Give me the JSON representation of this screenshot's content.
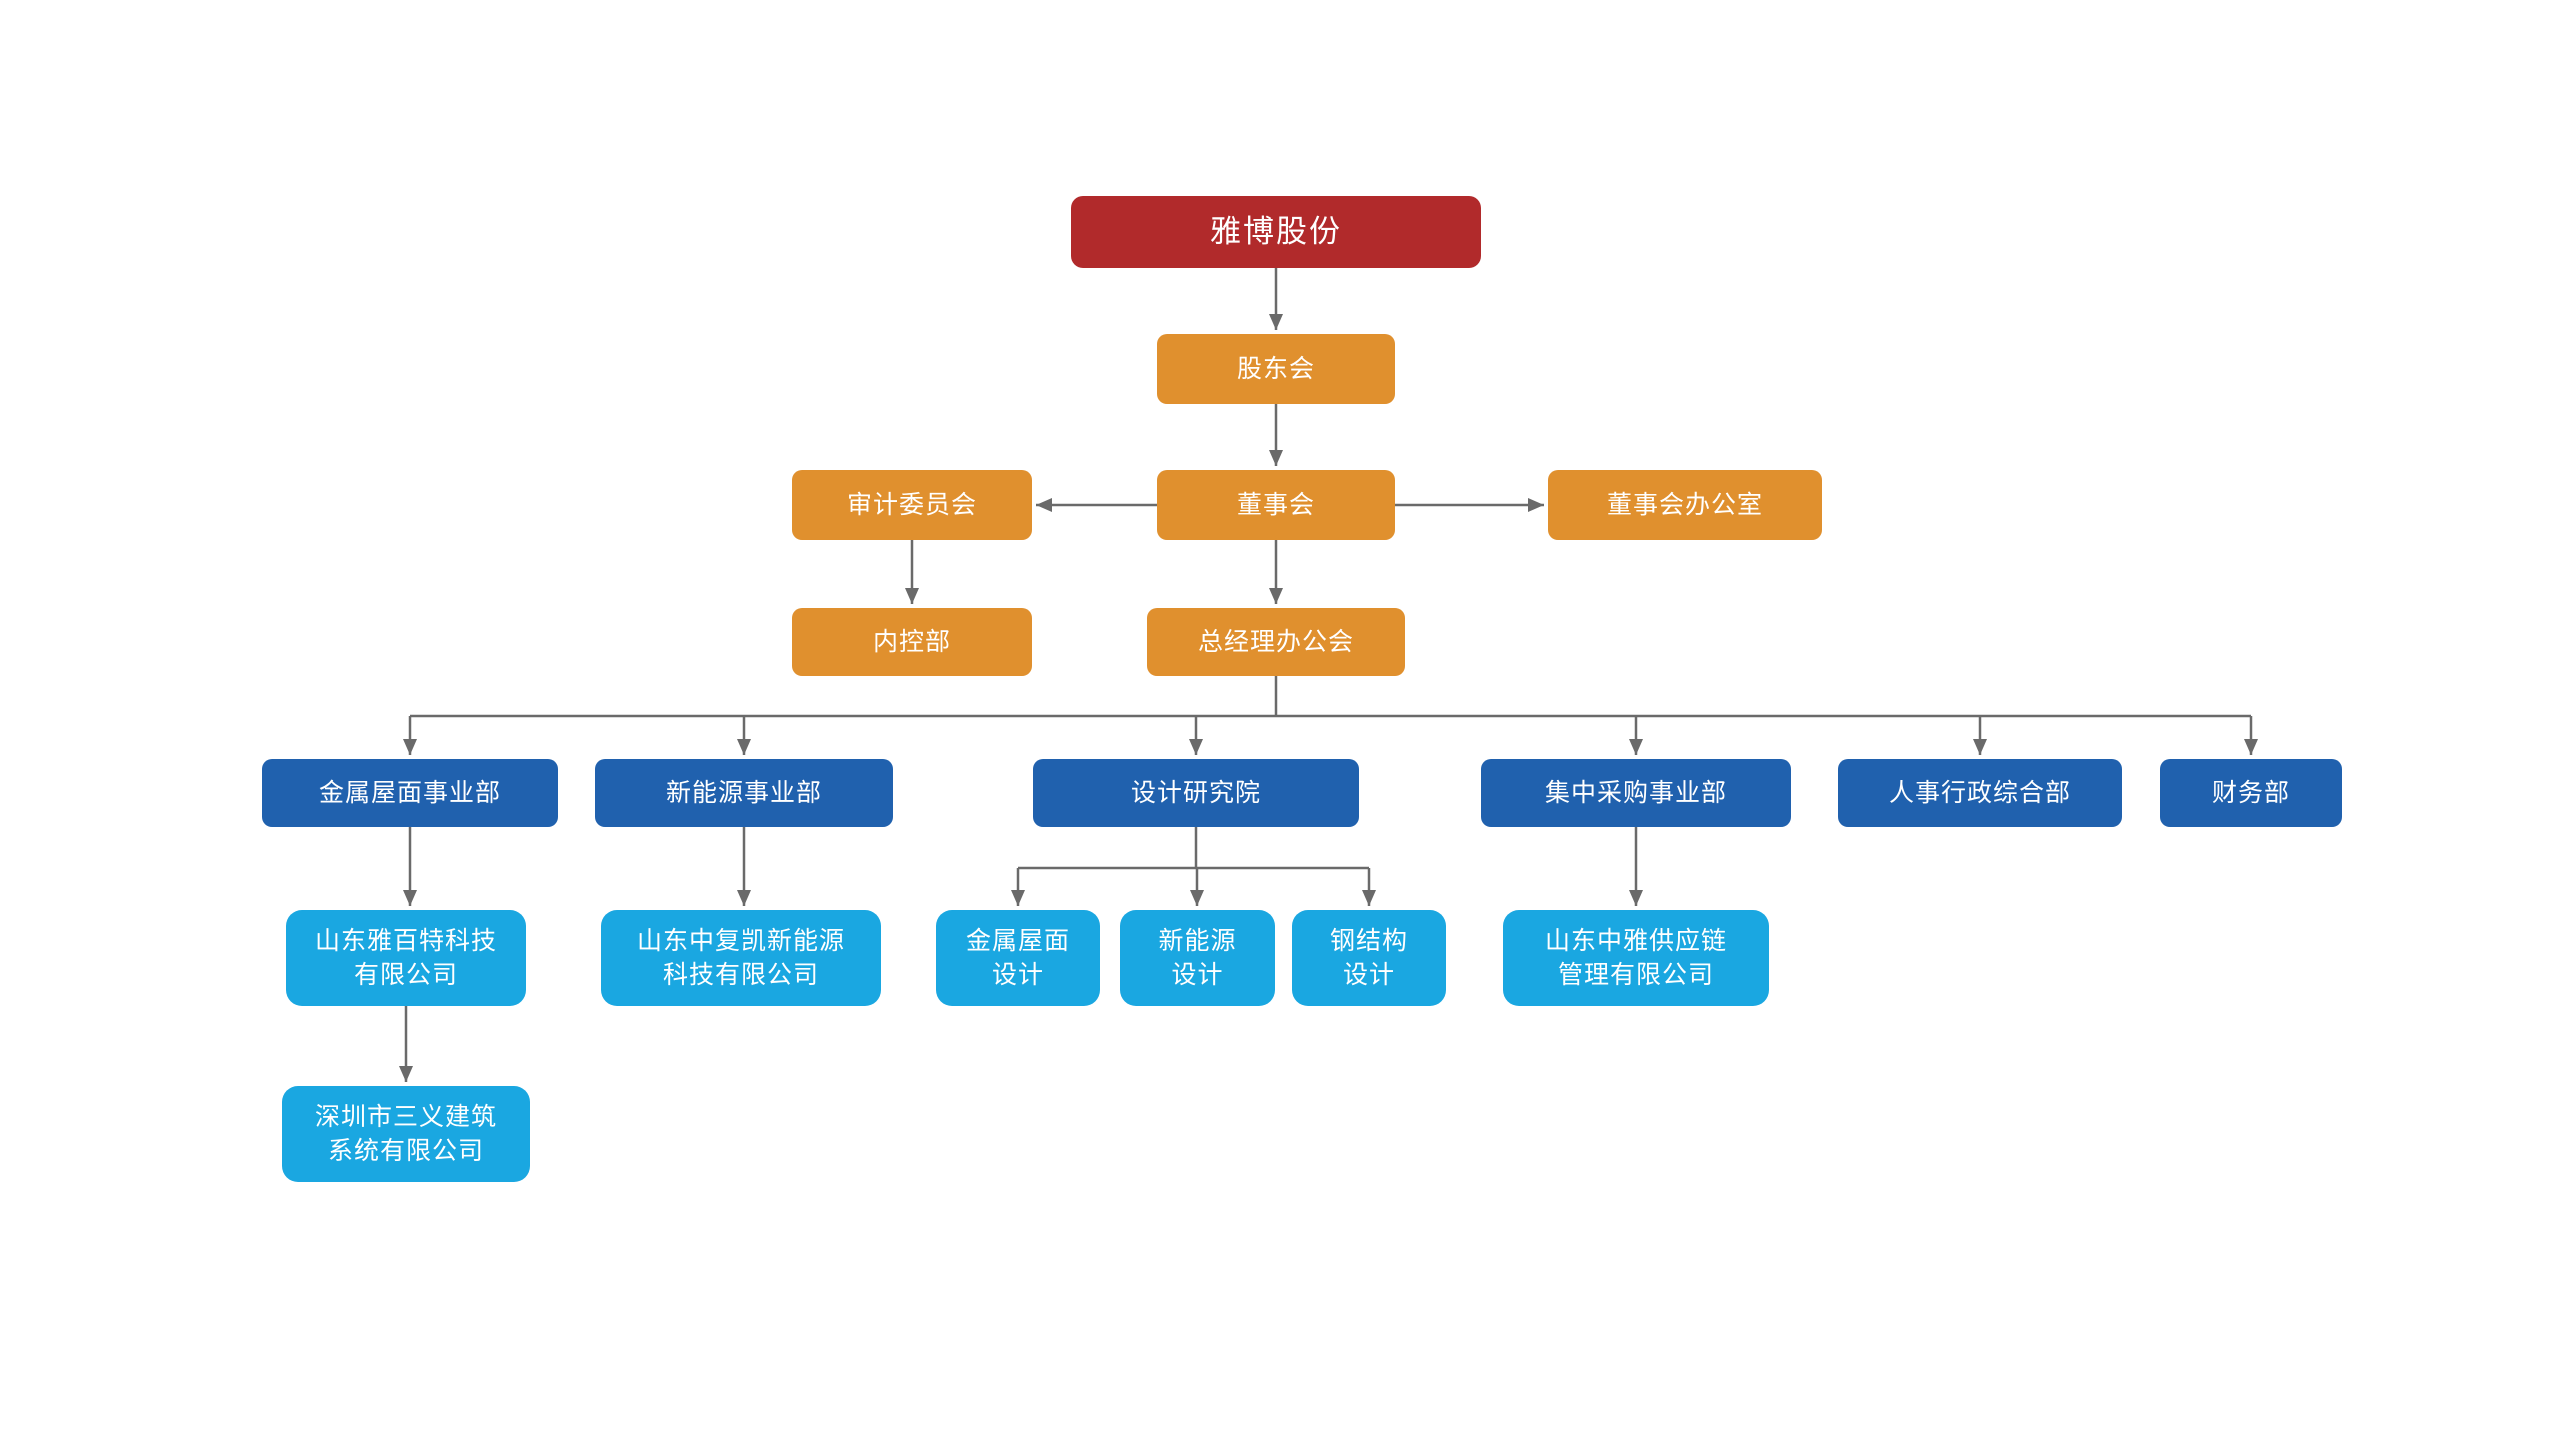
{
  "colors": {
    "background": "#FFFFFF",
    "root_box": "#B12A2B",
    "governance_box": "#E0902E",
    "division_box": "#2061AE",
    "subsidiary_box": "#1AA7E1",
    "connector": "#6A6A6A",
    "box_text": "#FFFFFF"
  },
  "org": {
    "root": {
      "label": "雅博股份"
    },
    "shareholders_meeting": {
      "label": "股东会",
      "parent": "雅博股份"
    },
    "board": {
      "label": "董事会",
      "parent": "股东会"
    },
    "audit_committee": {
      "label": "审计委员会",
      "parent": "董事会"
    },
    "board_office": {
      "label": "董事会办公室",
      "parent": "董事会"
    },
    "internal_control_dept": {
      "label": "内控部",
      "parent": "审计委员会"
    },
    "gm_office": {
      "label": "总经理办公会",
      "parent": "董事会"
    },
    "divisions": [
      {
        "label": "金属屋面事业部",
        "parent": "总经理办公会"
      },
      {
        "label": "新能源事业部",
        "parent": "总经理办公会"
      },
      {
        "label": "设计研究院",
        "parent": "总经理办公会"
      },
      {
        "label": "集中采购事业部",
        "parent": "总经理办公会"
      },
      {
        "label": "人事行政综合部",
        "parent": "总经理办公会"
      },
      {
        "label": "财务部",
        "parent": "总经理办公会"
      }
    ],
    "subsidiaries": [
      {
        "label": "山东雅百特科技\n有限公司",
        "parent": "金属屋面事业部"
      },
      {
        "label": "山东中复凯新能源\n科技有限公司",
        "parent": "新能源事业部"
      },
      {
        "label": "金属屋面\n设计",
        "parent": "设计研究院"
      },
      {
        "label": "新能源\n设计",
        "parent": "设计研究院"
      },
      {
        "label": "钢结构\n设计",
        "parent": "设计研究院"
      },
      {
        "label": "山东中雅供应链\n管理有限公司",
        "parent": "集中采购事业部"
      },
      {
        "label": "深圳市三义建筑\n系统有限公司",
        "parent": "山东雅百特科技有限公司"
      }
    ]
  }
}
